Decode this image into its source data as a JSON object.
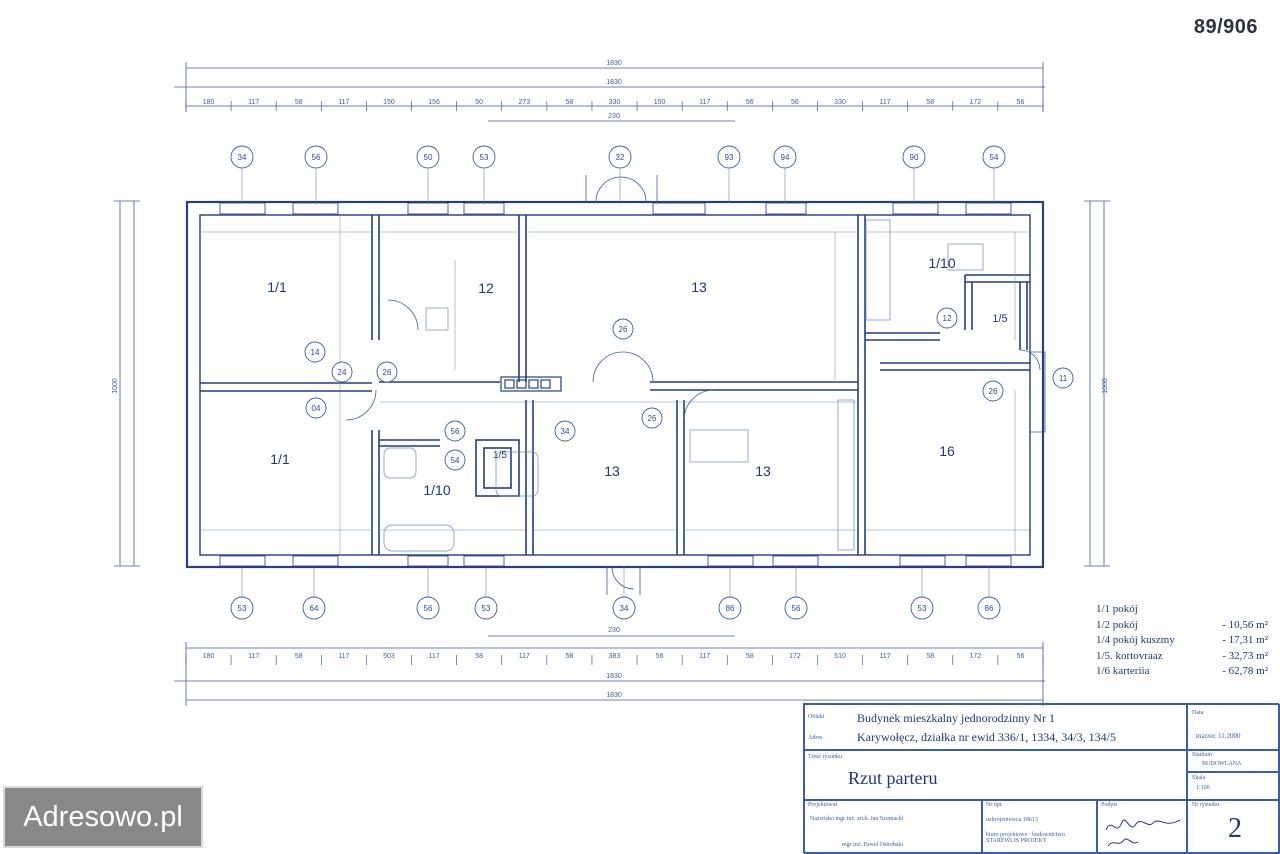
{
  "listing_id": "89/906",
  "rooms": [
    {
      "id": "r11a",
      "label": "1/1"
    },
    {
      "id": "r12",
      "label": "12"
    },
    {
      "id": "r13a",
      "label": "13"
    },
    {
      "id": "r110a",
      "label": "1/10"
    },
    {
      "id": "r15",
      "label": "1/5"
    },
    {
      "id": "r11b",
      "label": "1/1"
    },
    {
      "id": "r110b",
      "label": "1/10"
    },
    {
      "id": "r15b",
      "label": "1/5"
    },
    {
      "id": "r13b",
      "label": "13"
    },
    {
      "id": "r13c",
      "label": "13"
    },
    {
      "id": "r16",
      "label": "16"
    }
  ],
  "overall_dimensions": {
    "top_total": "1830",
    "top_total_2": "1830",
    "bottom_total": "1830",
    "bottom_total_2": "1830",
    "left_height": "1000",
    "right_height": "1000",
    "entrance_width": "230",
    "rear_width": "230"
  },
  "top_segments": [
    "180",
    "117",
    "58",
    "117",
    "150",
    "156",
    "50",
    "273",
    "58",
    "330",
    "150",
    "117",
    "56",
    "56",
    "330",
    "117",
    "58",
    "172",
    "56"
  ],
  "bottom_segments": [
    "180",
    "117",
    "58",
    "117",
    "503",
    "117",
    "58",
    "117",
    "58",
    "383",
    "56",
    "117",
    "58",
    "172",
    "510",
    "117",
    "58",
    "172",
    "56"
  ],
  "top_bubbles": [
    "34",
    "56",
    "50",
    "53",
    "32",
    "93",
    "94",
    "90",
    "54"
  ],
  "bottom_bubbles": [
    "53",
    "64",
    "56",
    "53",
    "34",
    "86",
    "56",
    "53",
    "86"
  ],
  "inner_bubbles": [
    "14",
    "04",
    "26",
    "26",
    "34",
    "56",
    "54",
    "26",
    "12",
    "26",
    "11",
    "24"
  ],
  "legend": [
    {
      "code": "1/1",
      "name": "pokój",
      "area": ""
    },
    {
      "code": "1/2",
      "name": "pokój",
      "area": "- 10,56 m²"
    },
    {
      "code": "1/4",
      "name": "pokój kuszmy",
      "area": "- 17,31 m²"
    },
    {
      "code": "1/5.",
      "name": "kortovraaz",
      "area": "- 32,73 m²"
    },
    {
      "code": "1/6",
      "name": "karteriia",
      "area": "- 62,78 m²"
    }
  ],
  "title_block": {
    "obiekt_label": "Obiekt",
    "obiekt_value": "Budynek mieszkalny jednorodzinny Nr 1",
    "adres_label": "Adres",
    "adres_value": "Karywołęcz, działka nr ewid 336/1, 1334, 34/3, 134/5",
    "treść_label": "Treść rysunku",
    "drawing_title": "Rzut parteru",
    "data_label": "Data",
    "data_value": "marzec 11.2000",
    "stadium_label": "Stadium",
    "stadium_value": "BUDOWLANA",
    "skala_label": "Skala",
    "skala_value": "1:100",
    "author_label": "Projektował",
    "author_value": "Nazwisko mgr inż. arch. Jan Szumacki",
    "uprawnienia_label": "Nr upr.",
    "uprawnienia_value": "uzbrojeniowca 18613",
    "podpis_label": "Podpis",
    "sheet_label": "Nr rysunku",
    "sheet_number": "2",
    "checker_value": "mgr inż. Paweł Ostrobski",
    "office_value": "biuro projektowe · budownictwo STAREWLIS PROJEKT"
  },
  "watermark": "Adresowo.pl",
  "colors": {
    "ink": "#1c3a78",
    "line": "#3a5ea8",
    "wall": "#233f7e",
    "background": "#ffffff"
  }
}
